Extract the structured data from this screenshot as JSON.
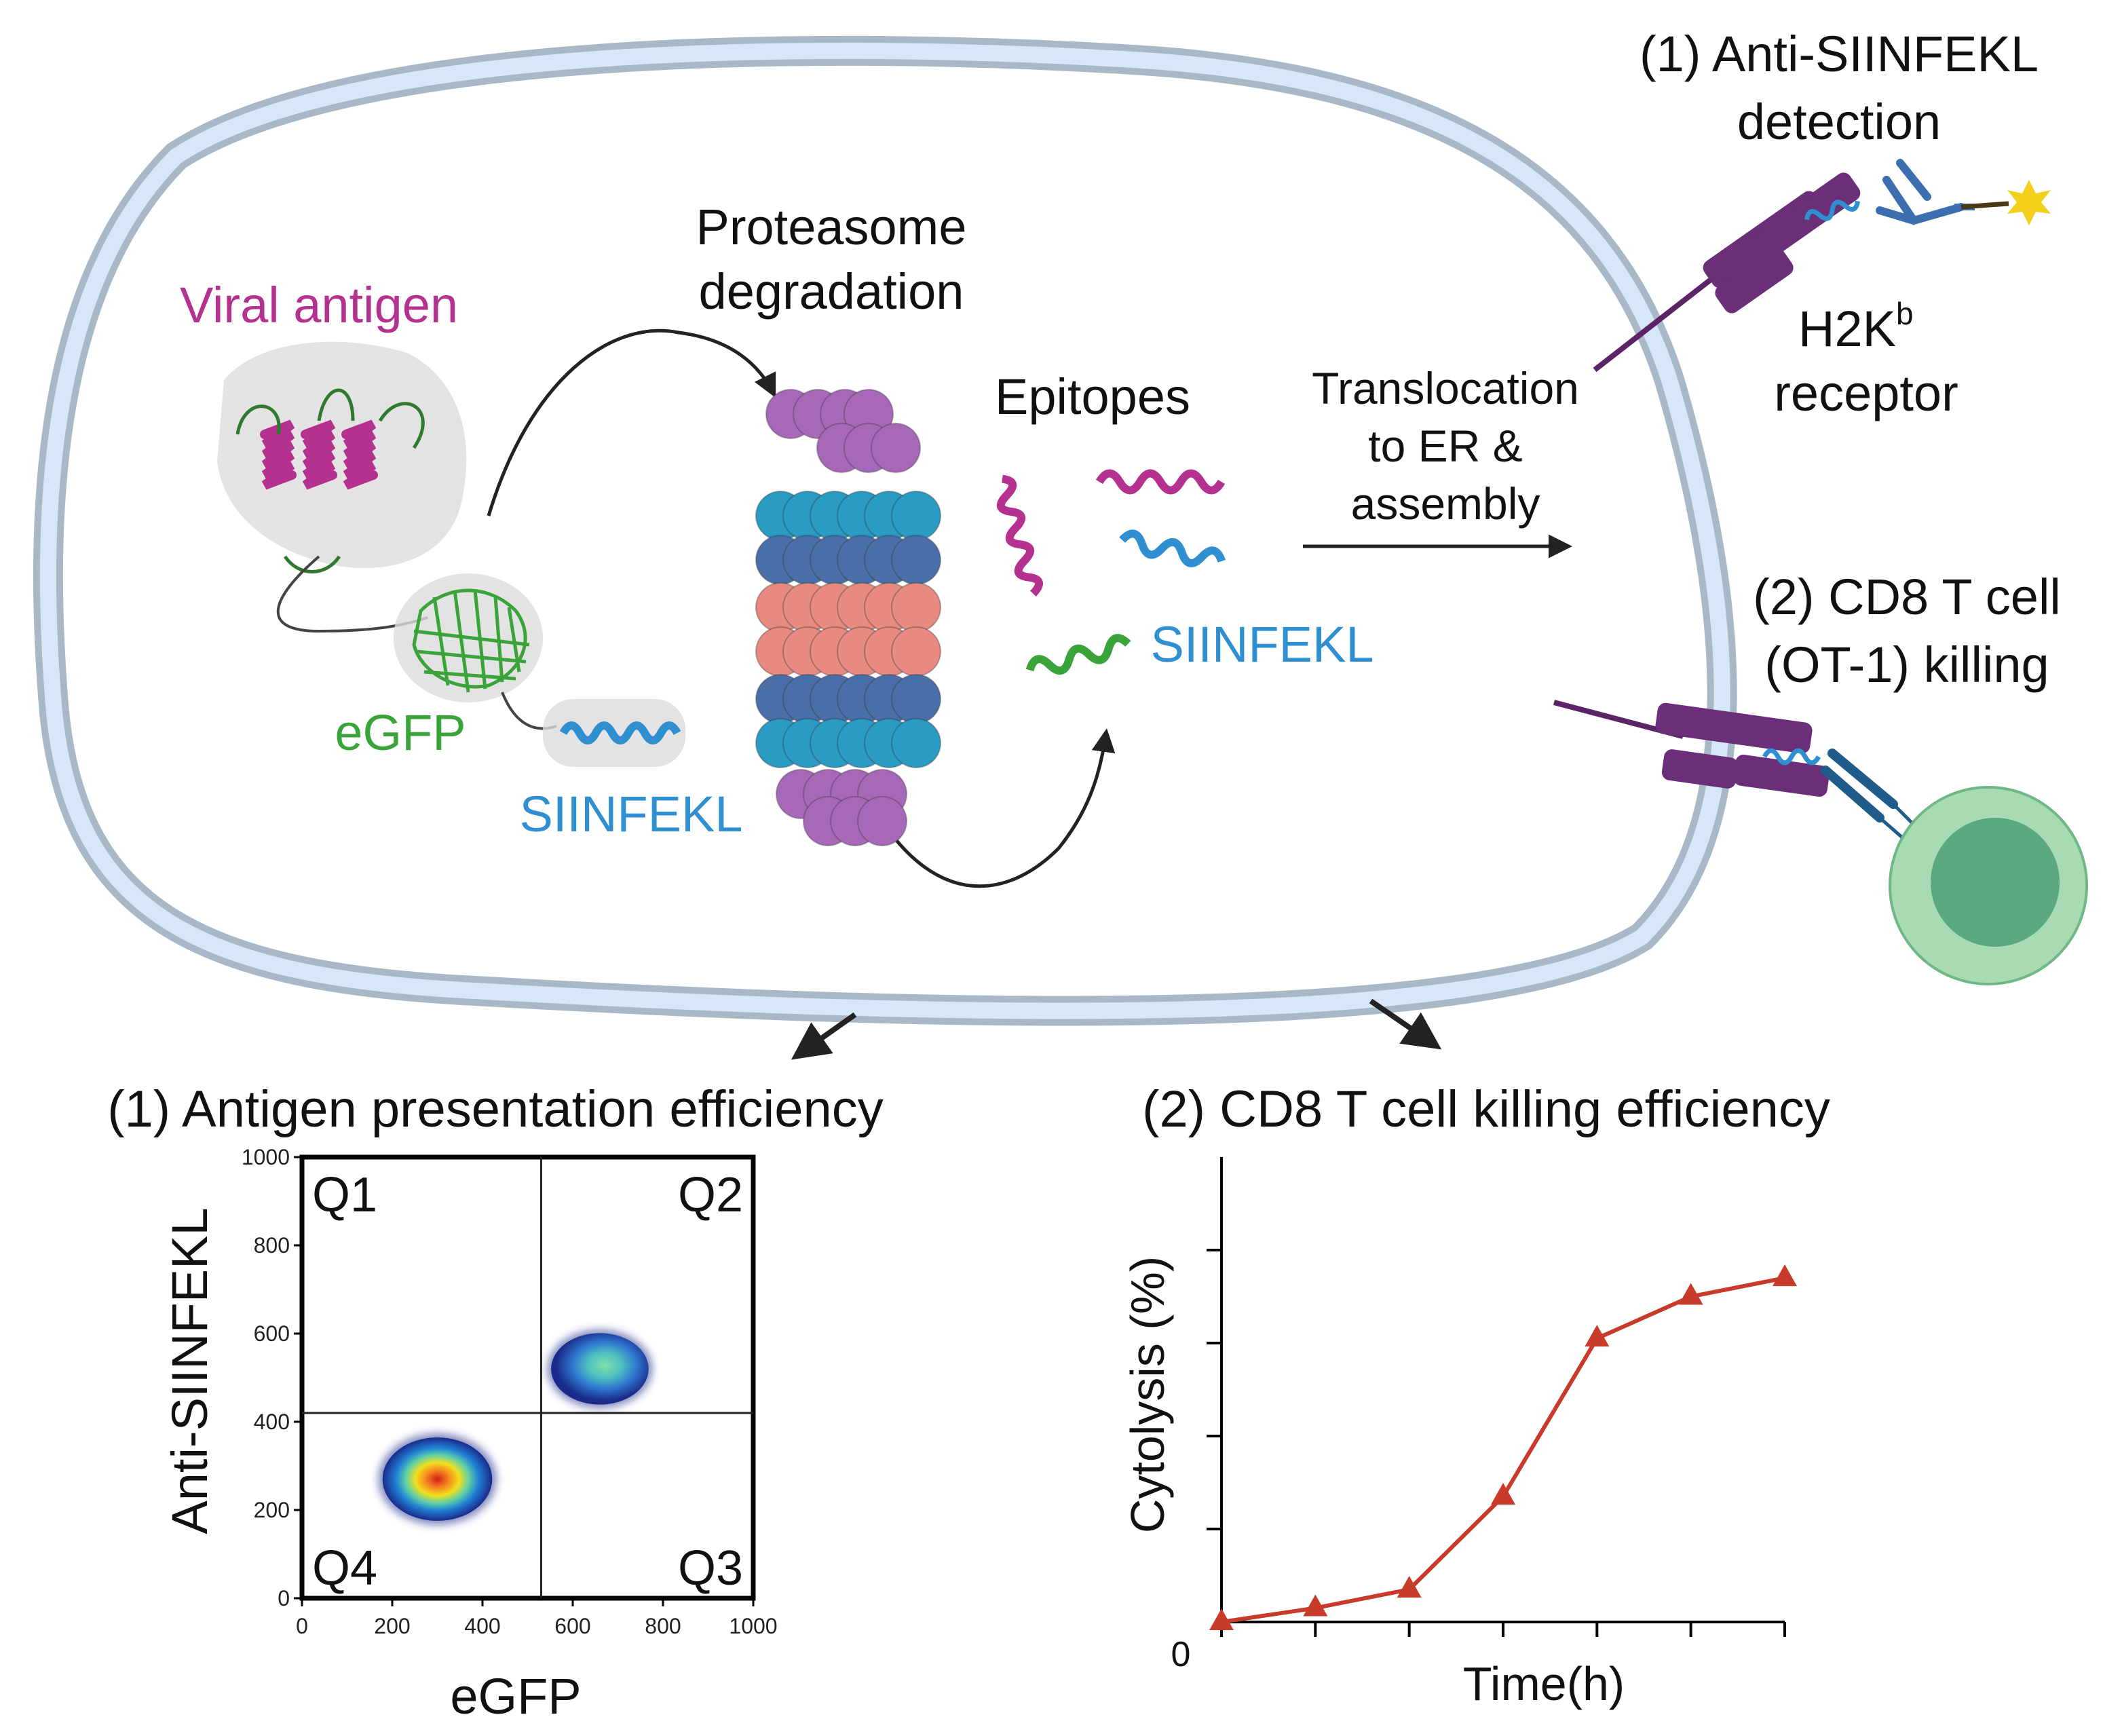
{
  "cell": {
    "viral_antigen_label": "Viral antigen",
    "egfp_label": "eGFP",
    "siinfekl_fusion_label": "SIINFEKL",
    "proteasome_label_line1": "Proteasome",
    "proteasome_label_line2": "degradation",
    "epitopes_label": "Epitopes",
    "siinfekl_epitope_label": "SIINFEKL",
    "translocation_line1": "Translocation",
    "translocation_line2": "to ER &",
    "translocation_line3": "assembly"
  },
  "outside": {
    "detection_line1": "(1) Anti-SIINFEKL",
    "detection_line2": "detection",
    "receptor_base": "H2K",
    "receptor_sup": "b",
    "receptor_line2": "receptor",
    "killing_line1": "(2) CD8 T cell",
    "killing_line2": "(OT-1) killing"
  },
  "colors": {
    "membrane": "#a9b8c6",
    "membrane_inner": "#d6e8f7",
    "viral": "#b5318f",
    "egfp": "#3aa33a",
    "siinfekl": "#2f8fd0",
    "receptor": "#6b2f7a",
    "tcell_outer": "#9fd3ab",
    "tcell_inner": "#5aa87d",
    "proteasome_purple": "#a868b8",
    "proteasome_teal": "#2a9bc3",
    "proteasome_navy": "#4a6fa8",
    "proteasome_salmon": "#e88a80",
    "line_red": "#c83b2a"
  },
  "flow_panel": {
    "title": "(1) Antigen presentation efficiency",
    "xlabel": "eGFP",
    "ylabel": "Anti-SIINFEKL",
    "x_ticks": [
      "0",
      "200",
      "400",
      "600",
      "800",
      "1000"
    ],
    "y_ticks": [
      "0",
      "200",
      "400",
      "600",
      "800",
      "1000"
    ],
    "quadrants": [
      "Q1",
      "Q2",
      "Q3",
      "Q4"
    ]
  },
  "chart_data": [
    {
      "type": "scatter",
      "title": "(1) Antigen presentation efficiency",
      "xlabel": "eGFP",
      "ylabel": "Anti-SIINFEKL",
      "xlim": [
        0,
        1000
      ],
      "ylim": [
        0,
        1000
      ],
      "gates": {
        "x": 530,
        "y": 420
      },
      "populations": [
        {
          "quadrant": "Q4",
          "center": [
            300,
            270
          ],
          "spread": [
            90,
            70
          ]
        },
        {
          "quadrant": "Q2",
          "center": [
            660,
            520
          ],
          "spread": [
            80,
            60
          ]
        }
      ]
    },
    {
      "type": "line",
      "title": "(2) CD8 T cell killing efficiency",
      "xlabel": "Time(h)",
      "ylabel": "Cytolysis (%)",
      "x": [
        0,
        1,
        2,
        3,
        4,
        5,
        6
      ],
      "y": [
        0,
        3,
        7,
        27,
        61,
        70,
        74
      ],
      "ylim": [
        0,
        100
      ],
      "y_tick_labels": [
        "0"
      ]
    }
  ],
  "kill_panel": {
    "title": "(2) CD8 T cell killing efficiency",
    "xlabel": "Time(h)",
    "ylabel": "Cytolysis (%)",
    "origin_label": "0"
  }
}
